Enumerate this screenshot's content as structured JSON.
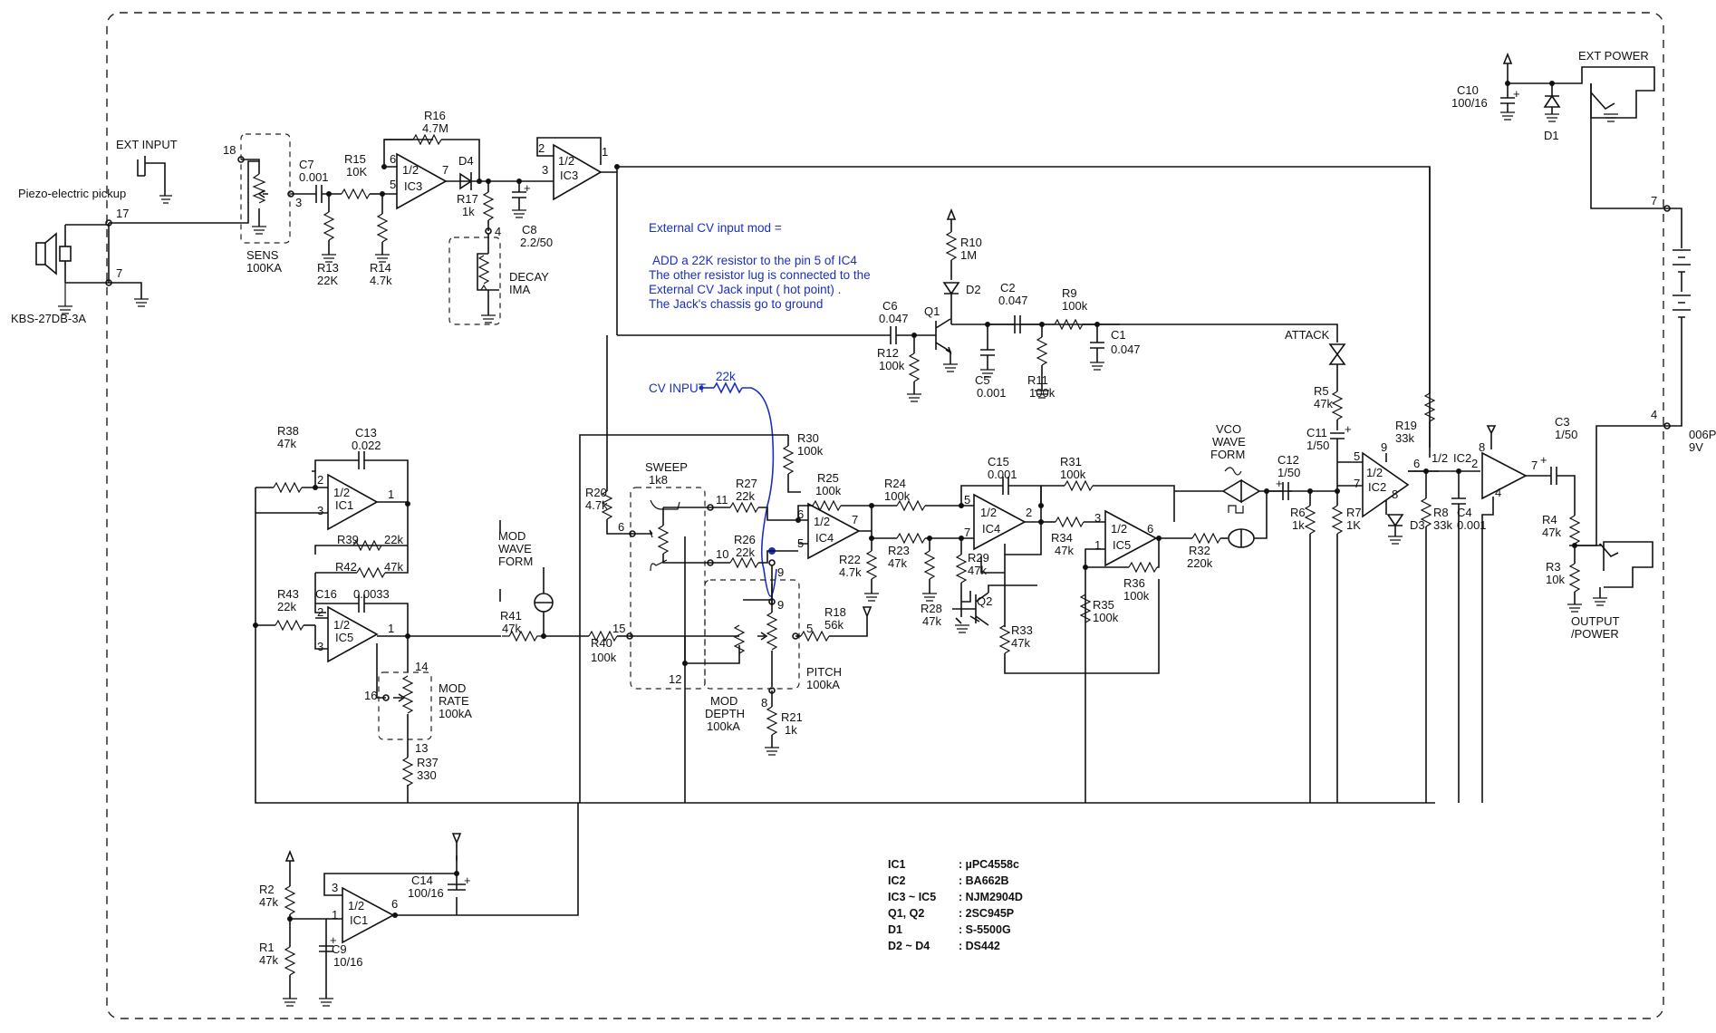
{
  "note": {
    "title": "External CV input mod  =",
    "lines": [
      " ADD a 22K resistor to the pin 5 of IC4",
      "The other resistor lug is connected to the",
      "External CV Jack input ( hot point) .",
      "The Jack's chassis go to ground"
    ]
  },
  "cv_input": {
    "label": "CV INPUT",
    "resistor": "22k"
  },
  "labels": {
    "ext_input": "EXT INPUT",
    "piezo": "Piezo-electric pickup",
    "kbs": "KBS-27DB-3A",
    "sens": "SENS",
    "sens_val": "100KA",
    "decay": "DECAY",
    "decay_val": "IMA",
    "ext_power": "EXT POWER",
    "attack": "ATTACK",
    "vco_wave": "VCO",
    "vco_wave2": "WAVE",
    "vco_wave3": "FORM",
    "mod_wave": "MOD",
    "mod_wave2": "WAVE",
    "mod_wave3": "FORM",
    "sweep": "SWEEP",
    "sweep_val": "1k8",
    "mod_rate": "MOD",
    "mod_rate2": "RATE",
    "mod_rate_val": "100kA",
    "mod_depth": "MOD",
    "mod_depth2": "DEPTH",
    "mod_depth_val": "100kA",
    "pitch": "PITCH",
    "pitch_val": "100kA",
    "output": "OUTPUT",
    "output2": "/POWER",
    "battery": "006P",
    "battery_v": "9V"
  },
  "components": {
    "R16": [
      "R16",
      "4.7M"
    ],
    "R15": [
      "R15",
      "10K"
    ],
    "C7": [
      "C7",
      "0.001"
    ],
    "R13": [
      "R13",
      "22K"
    ],
    "R14": [
      "R14",
      "4.7k"
    ],
    "R17": [
      "R17",
      "1k"
    ],
    "C8": [
      "C8",
      "2.2/50"
    ],
    "D4": "D4",
    "R10": [
      "R10",
      "1M"
    ],
    "D2": "D2",
    "C6": [
      "C6",
      "0.047"
    ],
    "Q1": "Q1",
    "C2": [
      "C2",
      "0.047"
    ],
    "R9": [
      "R9",
      "100k"
    ],
    "R12": [
      "R12",
      "100k"
    ],
    "C5": [
      "C5",
      "0.001"
    ],
    "R11": [
      "R11",
      "100k"
    ],
    "C1": [
      "C1",
      "0.047"
    ],
    "C10": [
      "C10",
      "100/16"
    ],
    "D1": "D1",
    "R5": [
      "R5",
      "47k"
    ],
    "C11": [
      "C11",
      "1/50"
    ],
    "R19": [
      "R19",
      "33k"
    ],
    "R30": [
      "R30",
      "100k"
    ],
    "R25": [
      "R25",
      "100k"
    ],
    "R24": [
      "R24",
      "100k"
    ],
    "R27": [
      "R27",
      "22k"
    ],
    "R26": [
      "R26",
      "22k"
    ],
    "R20": [
      "R20",
      "4.7k"
    ],
    "R22": [
      "R22",
      "4.7k"
    ],
    "R23": [
      "R23",
      "47k"
    ],
    "R28": [
      "R28",
      "47k"
    ],
    "R29": [
      "R29",
      "47k"
    ],
    "Q2": "Q2",
    "R33": [
      "R33",
      "47k"
    ],
    "C15": [
      "C15",
      "0.001"
    ],
    "R31": [
      "R31",
      "100k"
    ],
    "R34": [
      "R34",
      "47k"
    ],
    "R36": [
      "R36",
      "100k"
    ],
    "R35": [
      "R35",
      "100k"
    ],
    "R32": [
      "R32",
      "220k"
    ],
    "C12": [
      "C12",
      "1/50"
    ],
    "R6": [
      "R6",
      "1k"
    ],
    "R7": [
      "R7",
      "1K"
    ],
    "D3": "D3",
    "R8": [
      "R8",
      "33k"
    ],
    "C4": [
      "C4",
      "0.001"
    ],
    "C3": [
      "C3",
      "1/50"
    ],
    "R4": [
      "R4",
      "47k"
    ],
    "R3": [
      "R3",
      "10k"
    ],
    "C13": [
      "C13",
      "0.022"
    ],
    "R38": [
      "R38",
      "47k"
    ],
    "R39": [
      "R39",
      "22k"
    ],
    "R42": [
      "R42",
      "47k"
    ],
    "C16": [
      "C16",
      "0.0033"
    ],
    "R43": [
      "R43",
      "22k"
    ],
    "R41": [
      "R41",
      "47k"
    ],
    "R40": [
      "R40",
      "100k"
    ],
    "R18": [
      "R18",
      "56k"
    ],
    "R21": [
      "R21",
      "1k"
    ],
    "R37": [
      "R37",
      "330"
    ],
    "R2": [
      "R2",
      "47k"
    ],
    "R1": [
      "R1",
      "47k"
    ],
    "C14": [
      "C14",
      "100/16"
    ],
    "C9": [
      "C9",
      "10/16"
    ]
  },
  "opamps": {
    "ic3a": [
      "1/2",
      "IC3"
    ],
    "ic3b": [
      "1/2",
      "IC3"
    ],
    "ic4a": [
      "1/2",
      "IC4"
    ],
    "ic4b": [
      "1/2",
      "IC4"
    ],
    "ic5a": [
      "1/2",
      "IC5"
    ],
    "ic5b": [
      "1/2",
      "IC5"
    ],
    "ic1a": [
      "1/2",
      "IC1"
    ],
    "ic1b": [
      "1/2",
      "IC1"
    ],
    "ic2a": [
      "1/2",
      "IC2"
    ],
    "ic2b": [
      "1/2",
      "IC2"
    ]
  },
  "bom": [
    [
      "IC1",
      ": µPC4558c"
    ],
    [
      "IC2",
      ": BA662B"
    ],
    [
      "IC3 ~ IC5",
      ": NJM2904D"
    ],
    [
      "Q1, Q2",
      ": 2SC945P"
    ],
    [
      "D1",
      ": S-5500G"
    ],
    [
      "D2 ~ D4",
      ": DS442"
    ]
  ],
  "pins": [
    "18",
    "3",
    "6",
    "5",
    "7",
    "2",
    "3",
    "1",
    "4",
    "17",
    "7",
    "2",
    "1",
    "11",
    "10",
    "6",
    "5",
    "7",
    "9",
    "5",
    "15",
    "12",
    "8",
    "16",
    "14",
    "13",
    "2",
    "3",
    "1",
    "2",
    "3",
    "1",
    "6",
    "5",
    "7",
    "2",
    "3",
    "1",
    "6",
    "5",
    "7",
    "9",
    "8",
    "7",
    "4",
    "2",
    "3",
    "1",
    "6",
    "5",
    "7",
    "1",
    "2"
  ]
}
